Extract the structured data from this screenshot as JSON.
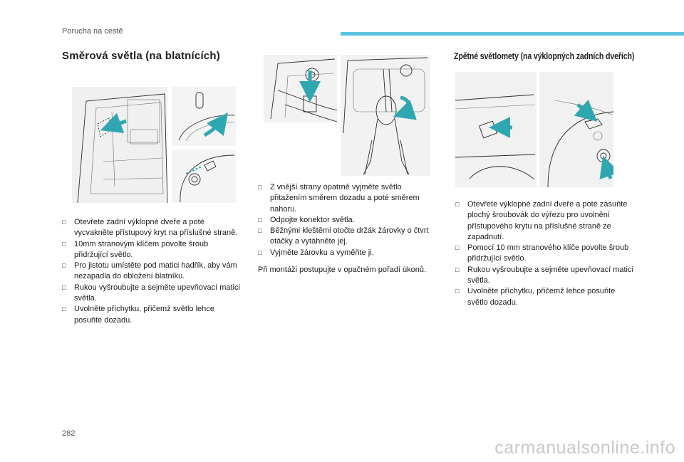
{
  "header": {
    "section": "Porucha na cestě"
  },
  "left": {
    "title": "Směrová světla (na blatnících)",
    "steps": [
      "Otevřete zadní výklopné dveře a poté vycvakněte přístupový kryt na příslušné straně.",
      "10mm stranovým klíčem povolte šroub přidržující světlo.",
      "Pro jistotu umístěte pod matici hadřík, aby vám nezapadla do obložení blatníku.",
      "Rukou vyšroubujte a sejměte upevňovací matici světla.",
      "Uvolněte příchytku, přičemž světlo lehce posuňte dozadu."
    ]
  },
  "middle": {
    "steps": [
      "Z vnější strany opatrně vyjměte světlo přitažením směrem dozadu a poté směrem nahoru.",
      "Odpojte konektor světla.",
      "Běžnými kleštěmi otočte držák žárovky o čtvrt otáčky a vytáhněte jej.",
      "Vyjměte žárovku a vyměňte ji."
    ],
    "note": "Při montáži postupujte v opačném pořadí úkonů."
  },
  "right": {
    "title": "Zpětné světlomety (na výklopných zadních dveřích)",
    "steps": [
      "Otevřete výklopné zadní dveře a poté zasuňte plochý šroubovák do výřezu pro uvolnění přístupového krytu na příslušné straně ze zapadnutí.",
      "Pomocí 10 mm stranového klíče povolte šroub přidržující světlo.",
      "Rukou vyšroubujte a sejměte upevňovací matici světla.",
      "Uvolněte příchytku, přičemž lehce posuňte světlo dozadu."
    ]
  },
  "footer": {
    "page_number": "282",
    "watermark": "carmanualsonline.info"
  },
  "icons": {
    "bullet": "square-bullet-icon"
  },
  "colors": {
    "accent": "#5fc5e4",
    "arrow": "#2fa7b1"
  }
}
